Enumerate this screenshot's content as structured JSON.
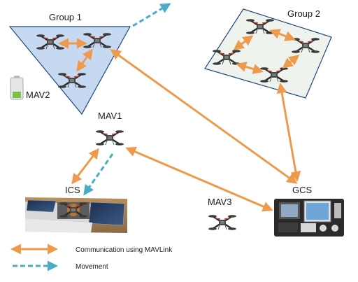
{
  "labels": {
    "group1": "Group 1",
    "group2": "Group 2",
    "mav1": "MAV1",
    "mav2": "MAV2",
    "mav3": "MAV3",
    "ics": "ICS",
    "gcs": "GCS"
  },
  "legend": {
    "communication": "Communication using MAVLink",
    "movement": "Movement"
  },
  "colors": {
    "communication": "#ee9a4d",
    "movement": "#4bacc6",
    "group1_fill": "#c6d9f1",
    "group1_stroke": "#1f497d",
    "group2_fill": "#eef3ee",
    "group2_stroke": "#1f497d",
    "battery_level": "#7ac143"
  },
  "icons": [
    "drone-icon",
    "battery-icon",
    "ics-station-icon",
    "gcs-console-icon"
  ]
}
